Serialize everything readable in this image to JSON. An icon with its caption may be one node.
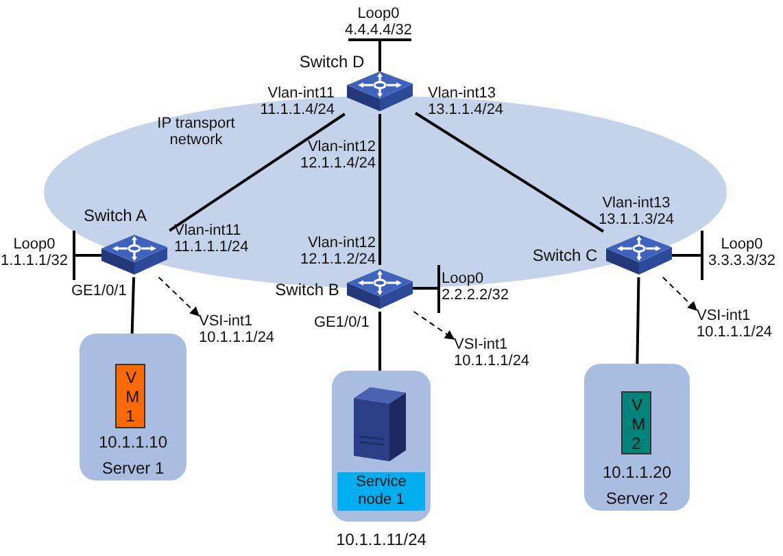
{
  "diagram": {
    "nodes": [
      {
        "text": [],
        "shape": "picture",
        "beside": [
          "Switch D"
        ]
      },
      {
        "text": [],
        "shape": "picture",
        "beside": [
          "Switch A"
        ]
      },
      {
        "text": [],
        "shape": "picture",
        "beside": [
          "Switch B"
        ]
      },
      {
        "text": [],
        "shape": "picture",
        "beside": [
          "Switch C"
        ]
      },
      {
        "text": [
          "VSI-int1 10.1.1.1/24"
        ]
      },
      {
        "text": [
          "VSI-int1 10.1.1.1/24"
        ]
      },
      {
        "text": [
          "VSI-int1 10.1.1.1/24"
        ]
      },
      {
        "text": [
          "10.1.1.10",
          "Server 1"
        ]
      },
      {
        "text": [
          "VM1"
        ],
        "in": 7
      },
      {
        "text": [],
        "shape": "box",
        "beside": [
          "10.1.1.11/24"
        ]
      },
      {
        "text": [],
        "shape": "picture",
        "in": 9
      },
      {
        "text": [
          "Service node 1"
        ],
        "in": 9
      },
      {
        "text": [
          "10.1.1.20",
          "Server 2"
        ]
      },
      {
        "text": [
          "VM2"
        ],
        "in": 12
      }
    ],
    "edges": [
      {
        "from": 0,
        "to": 1,
        "arrow": "none"
      },
      {
        "from": 0,
        "to": 2,
        "arrow": "none"
      },
      {
        "from": 0,
        "to": 3,
        "arrow": "none"
      },
      {
        "from": 1,
        "to": 4,
        "arrow": "to",
        "style": "dashed"
      },
      {
        "from": 2,
        "to": 5,
        "arrow": "to",
        "style": "dashed"
      },
      {
        "from": 3,
        "to": 6,
        "arrow": "to",
        "style": "dashed"
      },
      {
        "from": 1,
        "to": 8,
        "arrow": "none"
      },
      {
        "from": 2,
        "to": 10,
        "arrow": "none"
      },
      {
        "from": 3,
        "to": 13,
        "arrow": "none"
      }
    ],
    "labels": [
      "Loop0 4.4.4.4/32",
      "Vlan-int11 11.1.1.4/24",
      "Vlan-int13 13.1.1.4/24",
      "IP transport network",
      "Vlan-int12 12.1.1.4/24",
      "Vlan-int11 11.1.1.1/24",
      "Vlan-int13 13.1.1.3/24",
      "Loop0 1.1.1.1/32",
      "Vlan-int12 12.1.1.2/24",
      "Loop0 3.3.3.3/32",
      "Loop0 2.2.2.2/32",
      "GE1/0/1",
      "GE1/0/1"
    ]
  }
}
